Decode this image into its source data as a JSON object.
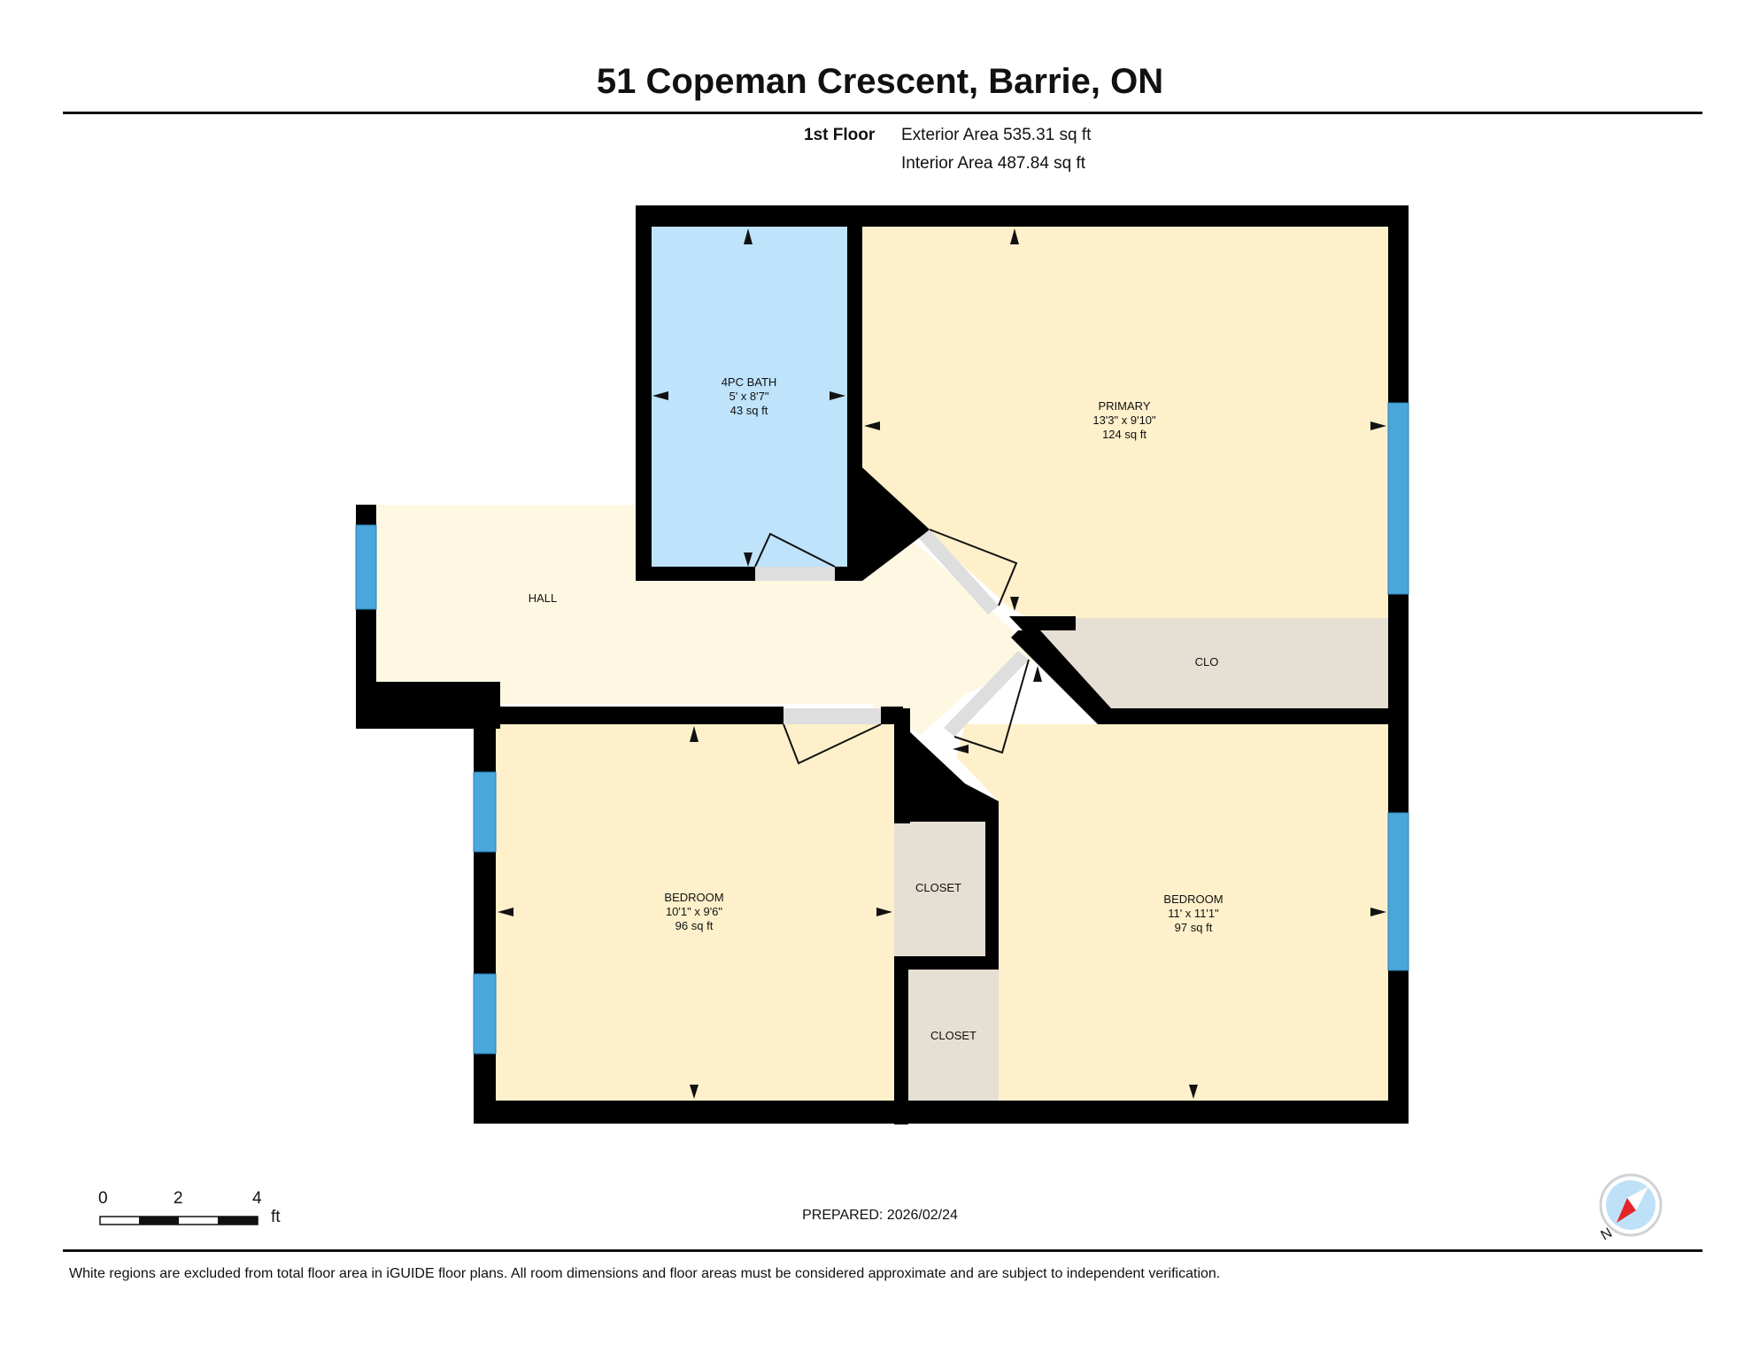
{
  "header": {
    "title": "51 Copeman Crescent, Barrie, ON",
    "floor_label": "1st Floor",
    "exterior_area": "Exterior Area 535.31 sq ft",
    "interior_area": "Interior Area 487.84 sq ft"
  },
  "rooms": {
    "bath": {
      "name": "4PC BATH",
      "dims": "5' x 8'7\"",
      "area": "43 sq ft"
    },
    "primary": {
      "name": "PRIMARY",
      "dims": "13'3\" x 9'10\"",
      "area": "124 sq ft"
    },
    "hall": {
      "name": "HALL"
    },
    "clo": {
      "name": "CLO"
    },
    "bedroom_left": {
      "name": "BEDROOM",
      "dims": "10'1\" x 9'6\"",
      "area": "96 sq ft"
    },
    "bedroom_right": {
      "name": "BEDROOM",
      "dims": "11' x 11'1\"",
      "area": "97 sq ft"
    },
    "closet_upper": {
      "name": "CLOSET"
    },
    "closet_lower": {
      "name": "CLOSET"
    }
  },
  "scale": {
    "labels": [
      "0",
      "2",
      "4"
    ],
    "unit": "ft"
  },
  "compass": {
    "label": "N"
  },
  "prepared": "PREPARED: 2026/02/24",
  "footer_note": "White regions are excluded from total floor area in iGUIDE floor plans. All room dimensions and floor areas must be considered approximate and are subject to independent verification.",
  "colors": {
    "wall": "#000000",
    "bath": "#bee3fb",
    "bedroom": "#fdf0cb",
    "hall": "#fef8e3",
    "closet": "#e6dfd3",
    "window": "#4aa7dc",
    "door": "#dedede",
    "compass_bg": "#bfe1f8",
    "compass_needle": "#e1252b"
  }
}
